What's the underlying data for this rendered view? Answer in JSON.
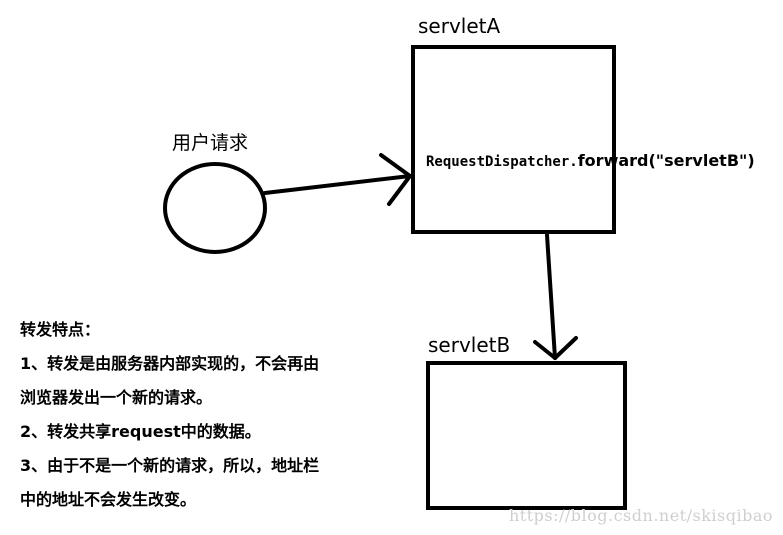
{
  "servlet_a": {
    "title": "servletA"
  },
  "servlet_b": {
    "title": "servletB"
  },
  "user_request": {
    "label": "用户请求"
  },
  "forward_call": {
    "prefix": "RequestDispatcher.",
    "method": "forward(\"servletB\")"
  },
  "notes": {
    "heading": "转发特点：",
    "lines": [
      "1、转发是由服务器内部实现的，不会再由",
      "浏览器发出一个新的请求。",
      "2、转发共享request中的数据。",
      "3、由于不是一个新的请求，所以，地址栏",
      "中的地址不会发生改变。"
    ]
  },
  "watermark": "https://blog.csdn.net/skisqibao"
}
